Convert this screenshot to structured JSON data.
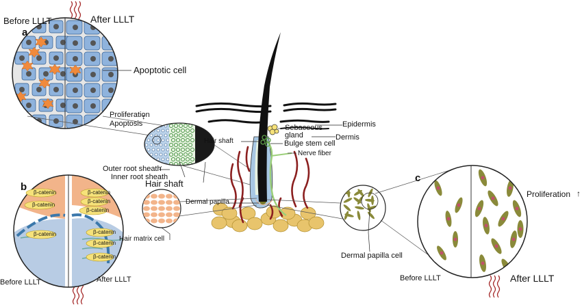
{
  "labels": {
    "before_a": "Before LLLT",
    "after_a": "After LLLT",
    "panel_a": "a",
    "apoptotic_cell": "Apoptotic cell",
    "proliferation_a": "Proliferation",
    "apoptosis_a": "Apoptosis",
    "outer_root_sheath": "Outer root sheath",
    "inner_root_sheath": "Inner root sheath",
    "hair_shaft_low": "Hair shaft",
    "epidermis": "Epidermis",
    "sebaceous_gland": "Sebaceous gland",
    "dermis": "Dermis",
    "hair_shaft_top": "Hair shaft",
    "bulge_stem_cell": "Bulge stem cell",
    "nerve_fiber": "Nerve fiber",
    "dermal_papilla": "Dermal papilla",
    "hair_matrix_cell": "Hair matrix cell",
    "dermal_papilla_cell": "Dermal papilla cell",
    "panel_b": "b",
    "before_b": "Before LLLT",
    "after_b": "After LLLT",
    "beta_catenin": "β-catenin",
    "panel_c": "c",
    "proliferation_c": "Proliferation",
    "before_c": "Before LLLT",
    "after_c": "After LLLT"
  },
  "icons": {
    "arrow_up": "↑",
    "arrow_updown": "↕"
  },
  "colors": {
    "cell_blue": "#8fb3dd",
    "cell_outline": "#2f5b8f",
    "nucleus": "#555555",
    "apoptotic": "#f08a3c",
    "peach": "#f2b48a",
    "fat_cell": "#e8c46c",
    "fiber_red": "#8b1f1f",
    "nerve_green": "#9ccf7a",
    "dp_cell_olive": "#8a8a3a",
    "dp_nucleus": "#c0506a",
    "catenin_yellow": "#f6e27a",
    "membrane_blue": "#3b78ab",
    "cytoplasm_blue": "#b8cce4"
  }
}
